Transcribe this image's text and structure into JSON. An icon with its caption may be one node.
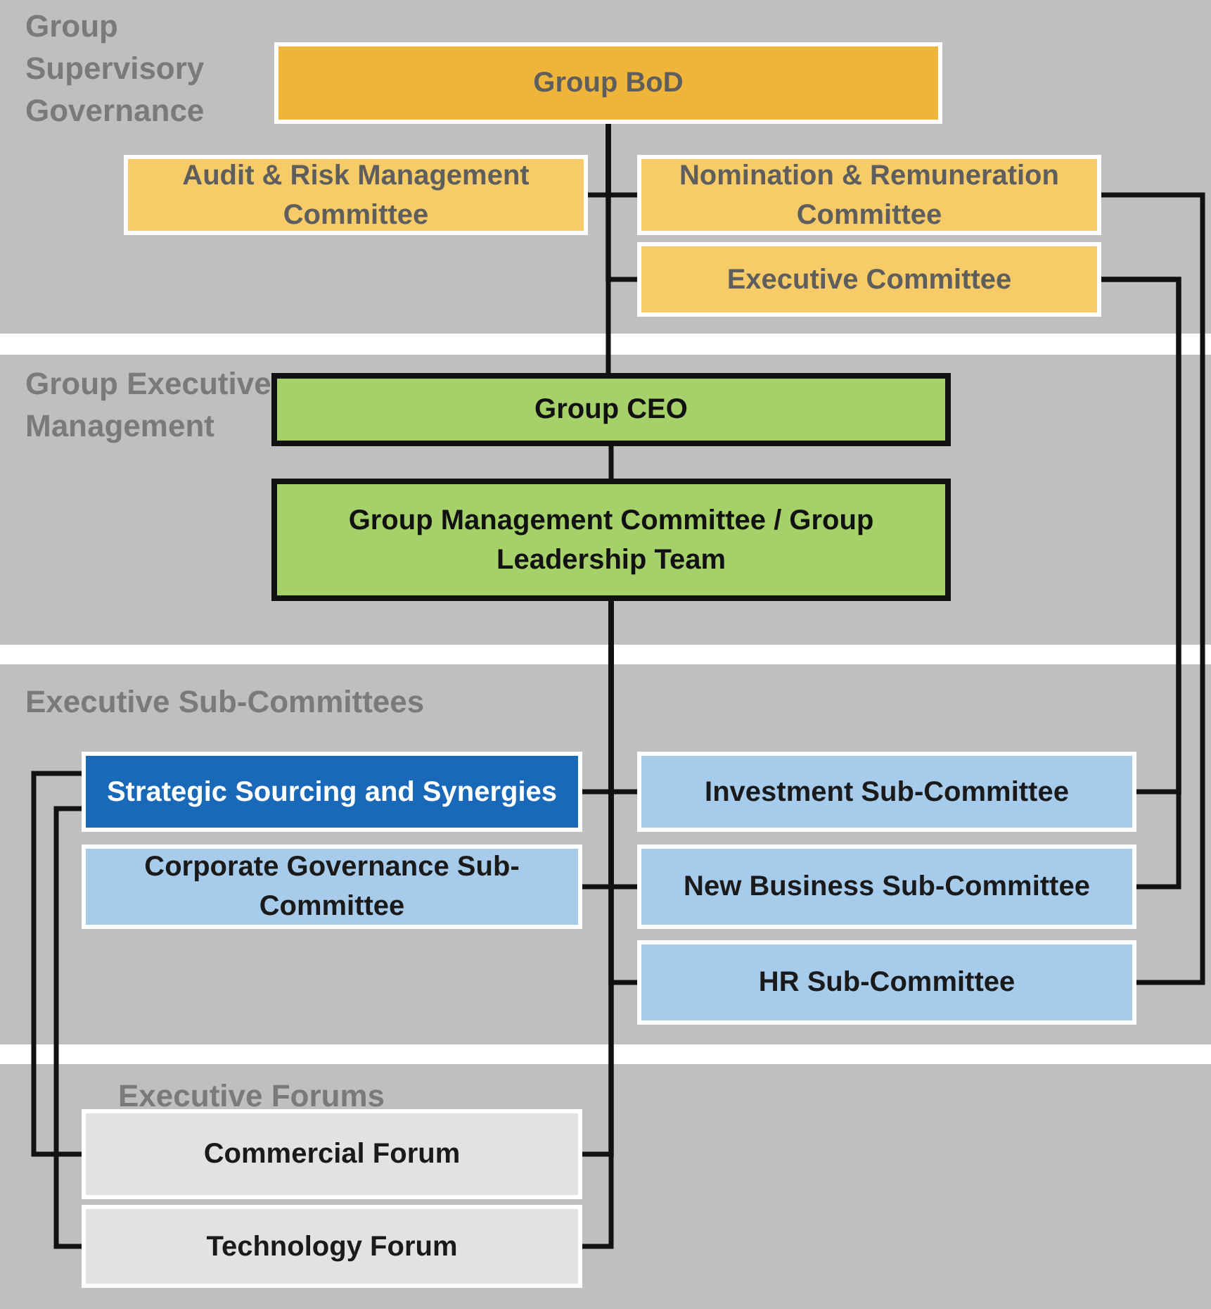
{
  "diagram": {
    "nodes": [
      {
        "text": [
          "Group Supervisory Governance"
        ]
      },
      {
        "text": [
          "Group BoD"
        ],
        "in": 0
      },
      {
        "text": [
          "Audit & Risk Management Committee"
        ],
        "in": 0
      },
      {
        "text": [
          "Nomination & Remuneration Committee"
        ],
        "in": 0
      },
      {
        "text": [
          "Executive Committee"
        ],
        "in": 0
      },
      {
        "text": [
          "Group Executive Management"
        ]
      },
      {
        "text": [
          "Group CEO"
        ],
        "in": 5
      },
      {
        "text": [
          "Group Management Committee / Group Leadership Team"
        ],
        "in": 5
      },
      {
        "text": [
          "Executive Sub-Committees"
        ]
      },
      {
        "text": [
          "Strategic Sourcing and Synergies"
        ],
        "in": 8
      },
      {
        "text": [
          "Investment Sub-Committee"
        ],
        "in": 8
      },
      {
        "text": [
          "Corporate Governance Sub-Committee"
        ],
        "in": 8
      },
      {
        "text": [
          "New Business Sub-Committee"
        ],
        "in": 8
      },
      {
        "text": [
          "HR Sub-Committee"
        ],
        "in": 8
      },
      {
        "text": [
          "Executive Forums"
        ]
      },
      {
        "text": [
          "Commercial Forum"
        ],
        "in": 14
      },
      {
        "text": [
          "Technology Forum"
        ],
        "in": 14
      }
    ],
    "edges": [
      {
        "from": 1,
        "to": 2,
        "arrow": "none"
      },
      {
        "from": 1,
        "to": 3,
        "arrow": "none"
      },
      {
        "from": 1,
        "to": 4,
        "arrow": "none"
      },
      {
        "from": 1,
        "to": 6,
        "arrow": "none"
      },
      {
        "from": 6,
        "to": 7,
        "arrow": "none"
      },
      {
        "from": 7,
        "to": 9,
        "arrow": "none"
      },
      {
        "from": 7,
        "to": 10,
        "arrow": "none"
      },
      {
        "from": 7,
        "to": 11,
        "arrow": "none"
      },
      {
        "from": 7,
        "to": 12,
        "arrow": "none"
      },
      {
        "from": 7,
        "to": 13,
        "arrow": "none"
      },
      {
        "from": 7,
        "to": 15,
        "arrow": "none"
      },
      {
        "from": 7,
        "to": 16,
        "arrow": "none"
      },
      {
        "from": 3,
        "to": 13,
        "arrow": "none"
      },
      {
        "from": 4,
        "to": 10,
        "arrow": "none"
      },
      {
        "from": 4,
        "to": 12,
        "arrow": "none"
      },
      {
        "from": 9,
        "to": 15,
        "arrow": "none"
      },
      {
        "from": 9,
        "to": 16,
        "arrow": "none"
      }
    ]
  }
}
